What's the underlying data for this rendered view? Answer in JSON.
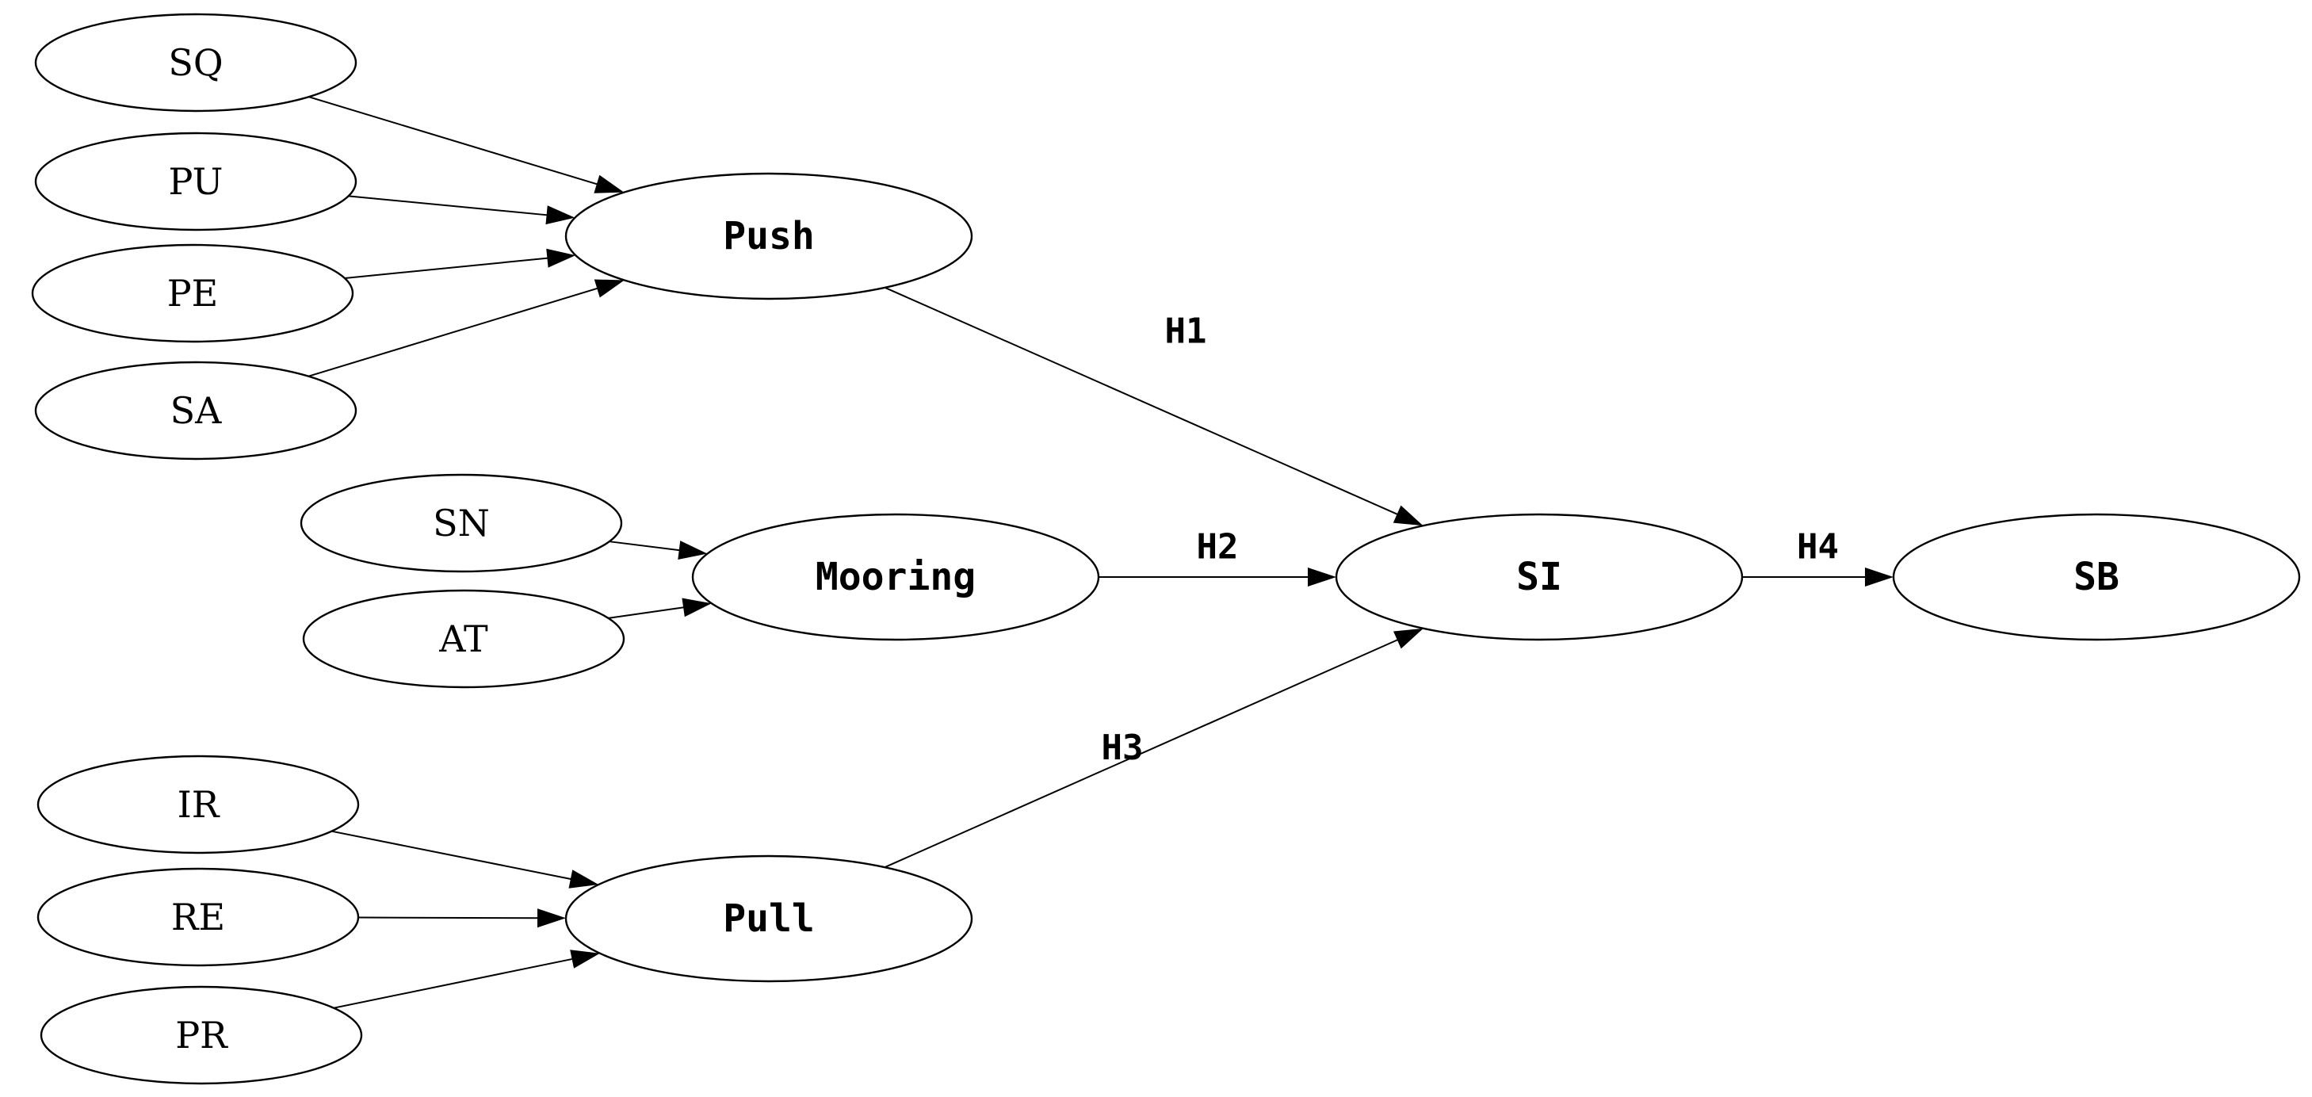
{
  "diagram": {
    "nodes": [
      {
        "id": "SQ",
        "label": "SQ",
        "kind": "indicator"
      },
      {
        "id": "PU",
        "label": "PU",
        "kind": "indicator"
      },
      {
        "id": "PE",
        "label": "PE",
        "kind": "indicator"
      },
      {
        "id": "SA",
        "label": "SA",
        "kind": "indicator"
      },
      {
        "id": "SN",
        "label": "SN",
        "kind": "indicator"
      },
      {
        "id": "AT",
        "label": "AT",
        "kind": "indicator"
      },
      {
        "id": "IR",
        "label": "IR",
        "kind": "indicator"
      },
      {
        "id": "RE",
        "label": "RE",
        "kind": "indicator"
      },
      {
        "id": "PR",
        "label": "PR",
        "kind": "indicator"
      },
      {
        "id": "Push",
        "label": "Push",
        "kind": "construct"
      },
      {
        "id": "Mooring",
        "label": "Mooring",
        "kind": "construct"
      },
      {
        "id": "Pull",
        "label": "Pull",
        "kind": "construct"
      },
      {
        "id": "SI",
        "label": "SI",
        "kind": "construct"
      },
      {
        "id": "SB",
        "label": "SB",
        "kind": "construct"
      }
    ],
    "edges": [
      {
        "from": "SQ",
        "to": "Push",
        "label": ""
      },
      {
        "from": "PU",
        "to": "Push",
        "label": ""
      },
      {
        "from": "PE",
        "to": "Push",
        "label": ""
      },
      {
        "from": "SA",
        "to": "Push",
        "label": ""
      },
      {
        "from": "SN",
        "to": "Mooring",
        "label": ""
      },
      {
        "from": "AT",
        "to": "Mooring",
        "label": ""
      },
      {
        "from": "IR",
        "to": "Pull",
        "label": ""
      },
      {
        "from": "RE",
        "to": "Pull",
        "label": ""
      },
      {
        "from": "PR",
        "to": "Pull",
        "label": ""
      },
      {
        "from": "Push",
        "to": "SI",
        "label": "H1"
      },
      {
        "from": "Mooring",
        "to": "SI",
        "label": "H2"
      },
      {
        "from": "Pull",
        "to": "SI",
        "label": "H3"
      },
      {
        "from": "SI",
        "to": "SB",
        "label": "H4"
      }
    ]
  }
}
